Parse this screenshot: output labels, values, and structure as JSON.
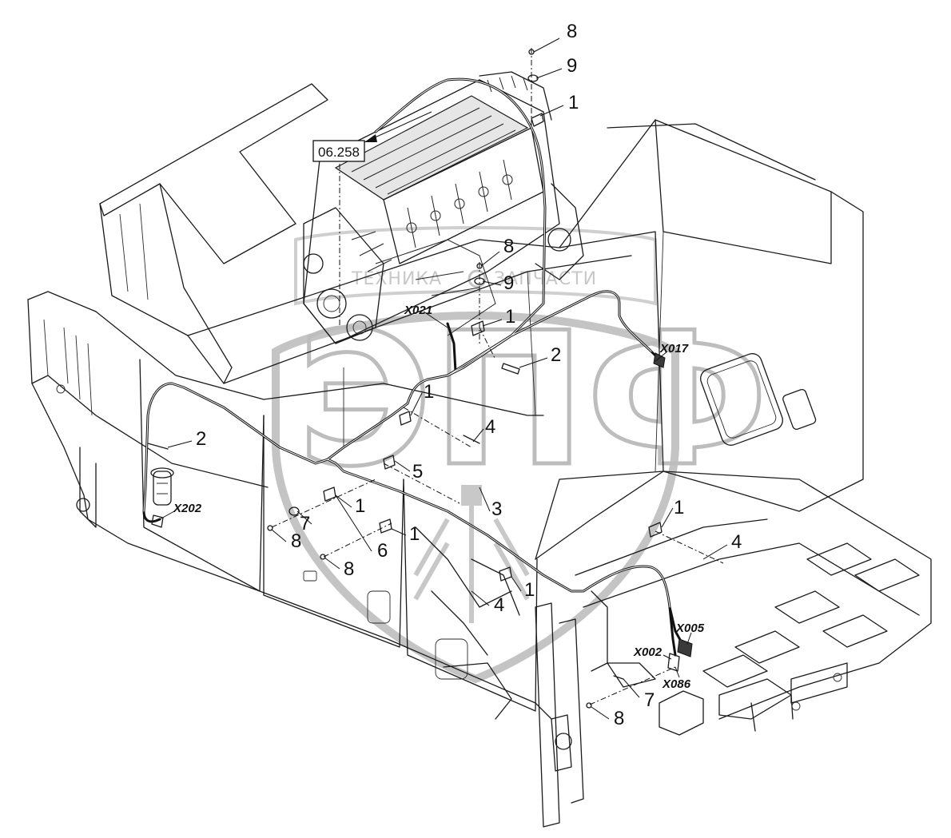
{
  "reference_box": {
    "label": "06.258"
  },
  "watermark": {
    "line1_left": "ТЕХНИКА",
    "line1_right": "ЗАПЧАСТИ",
    "big": "ЭПФ"
  },
  "callouts": [
    {
      "id": "c8-top",
      "text": "8"
    },
    {
      "id": "c9-top",
      "text": "9"
    },
    {
      "id": "c1-top",
      "text": "1"
    },
    {
      "id": "c8-mid",
      "text": "8"
    },
    {
      "id": "c9-mid",
      "text": "9"
    },
    {
      "id": "c1-mid",
      "text": "1"
    },
    {
      "id": "c2-right",
      "text": "2"
    },
    {
      "id": "c1-center",
      "text": "1"
    },
    {
      "id": "c4-center",
      "text": "4"
    },
    {
      "id": "c2-left",
      "text": "2"
    },
    {
      "id": "c5",
      "text": "5"
    },
    {
      "id": "c3",
      "text": "3"
    },
    {
      "id": "c1-low",
      "text": "1"
    },
    {
      "id": "c7-left",
      "text": "7"
    },
    {
      "id": "c8-left",
      "text": "8"
    },
    {
      "id": "c1-lower",
      "text": "1"
    },
    {
      "id": "c6",
      "text": "6"
    },
    {
      "id": "c8-lower",
      "text": "8"
    },
    {
      "id": "c1-bottom",
      "text": "1"
    },
    {
      "id": "c4-bottom",
      "text": "4"
    },
    {
      "id": "c1-right",
      "text": "1"
    },
    {
      "id": "c4-right",
      "text": "4"
    },
    {
      "id": "c7-bottom",
      "text": "7"
    },
    {
      "id": "c8-bottom",
      "text": "8"
    }
  ],
  "connectors": [
    {
      "id": "X021",
      "text": "X021"
    },
    {
      "id": "X017",
      "text": "X017"
    },
    {
      "id": "X202",
      "text": "X202"
    },
    {
      "id": "X005",
      "text": "X005"
    },
    {
      "id": "X002",
      "text": "X002"
    },
    {
      "id": "X086",
      "text": "X086"
    }
  ]
}
